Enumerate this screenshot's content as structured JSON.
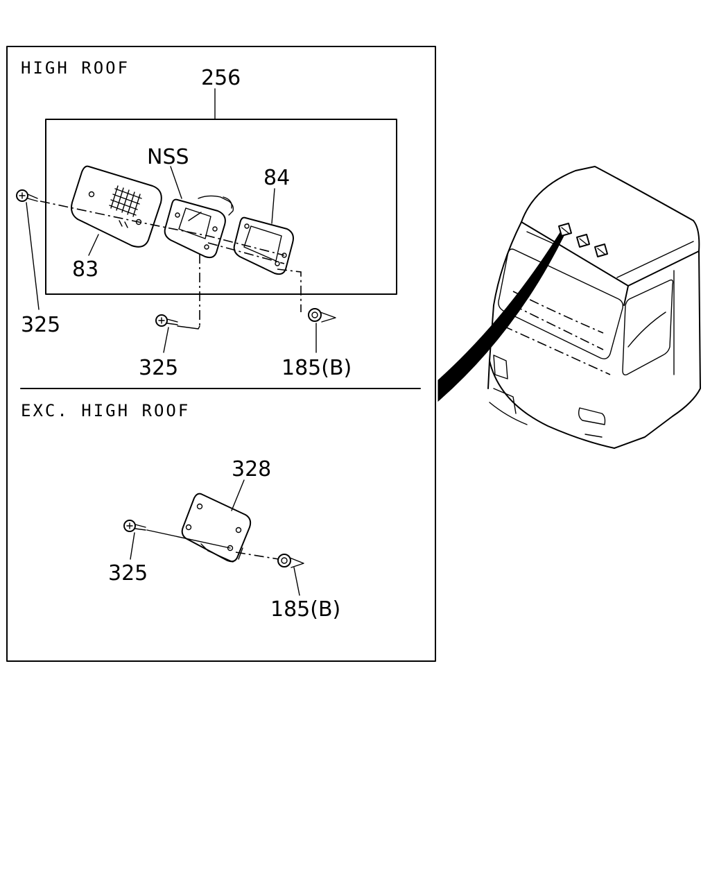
{
  "sections": {
    "high_roof": "HIGH ROOF",
    "exc_high_roof": "EXC. HIGH ROOF"
  },
  "callouts": {
    "c256": "256",
    "nss": "NSS",
    "c84": "84",
    "c83": "83",
    "c325_a": "325",
    "c325_b": "325",
    "c185_a": "185(B)",
    "c328": "328",
    "c325_c": "325",
    "c185_b": "185(B)"
  }
}
